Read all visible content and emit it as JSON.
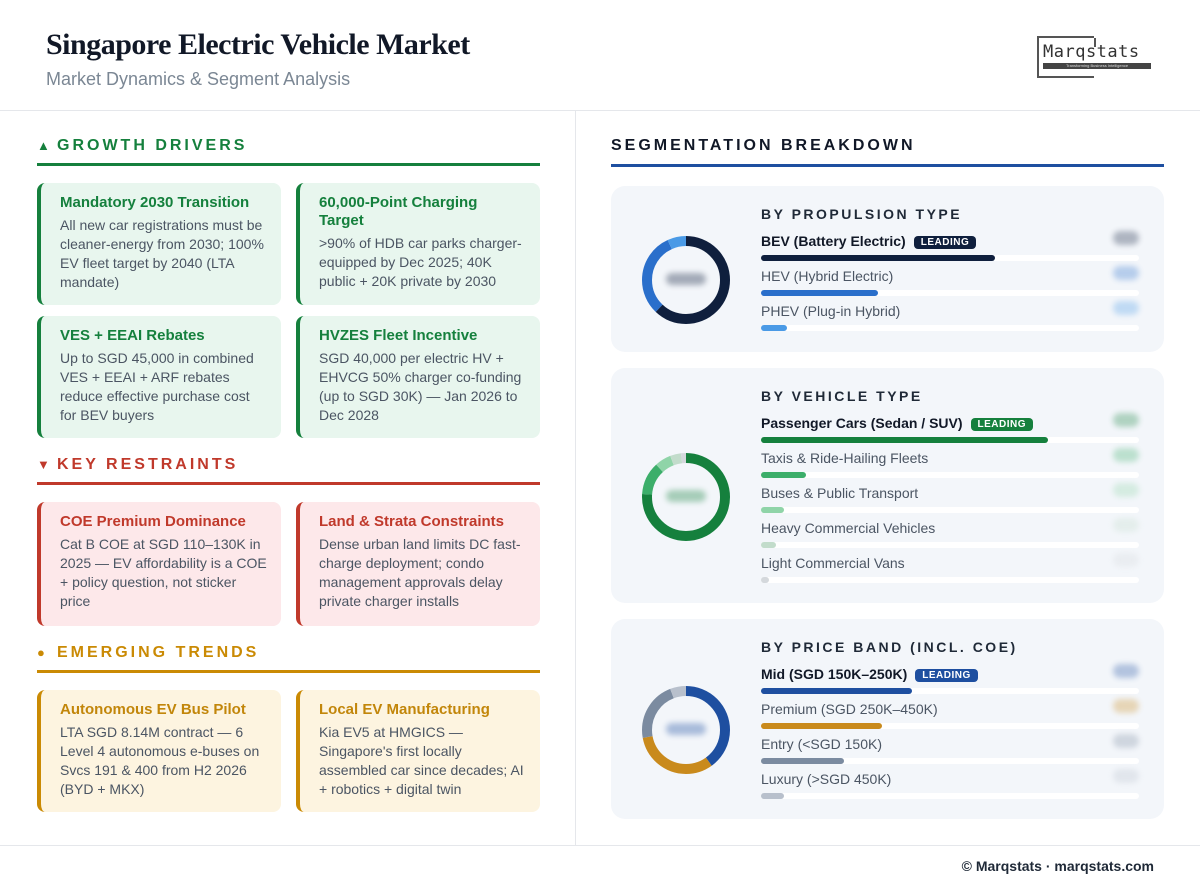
{
  "header": {
    "title": "Singapore Electric Vehicle Market",
    "subtitle": "Market Dynamics & Segment Analysis",
    "logo_text": "Marqstats",
    "logo_tagline": "Transforming Business Intelligence"
  },
  "drivers": {
    "heading": "GROWTH DRIVERS",
    "icon": "triangle-up-icon",
    "color": "#15803d",
    "cards": [
      {
        "title": "Mandatory 2030 Transition",
        "body": "All new car registrations must be cleaner-energy from 2030; 100% EV fleet target by 2040 (LTA mandate)"
      },
      {
        "title": "60,000-Point Charging Target",
        "body": ">90% of HDB car parks charger-equipped by Dec 2025; 40K public + 20K private by 2030"
      },
      {
        "title": "VES + EEAI Rebates",
        "body": "Up to SGD 45,000 in combined VES + EEAI + ARF rebates reduce effective purchase cost for BEV buyers"
      },
      {
        "title": "HVZES Fleet Incentive",
        "body": "SGD 40,000 per electric HV + EHVCG 50% charger co-funding (up to SGD 30K) — Jan 2026 to Dec 2028"
      }
    ]
  },
  "restraints": {
    "heading": "KEY RESTRAINTS",
    "icon": "triangle-down-icon",
    "color": "#c0392b",
    "cards": [
      {
        "title": "COE Premium Dominance",
        "body": "Cat B COE at SGD 110–130K in 2025 — EV affordability is a COE + policy question, not sticker price"
      },
      {
        "title": "Land & Strata Constraints",
        "body": "Dense urban land limits DC fast-charge deployment; condo management approvals delay private charger installs"
      }
    ]
  },
  "trends": {
    "heading": "EMERGING TRENDS",
    "icon": "circle-icon",
    "color": "#ca8a04",
    "cards": [
      {
        "title": "Autonomous EV Bus Pilot",
        "body": "LTA SGD 8.14M contract — 6 Level 4 autonomous e-buses on Svcs 191 & 400 from H2 2026 (BYD + MKX)"
      },
      {
        "title": "Local EV Manufacturing",
        "body": "Kia EV5 at HMGICS — Singapore's first locally assembled car since decades; AI + robotics + digital twin"
      }
    ]
  },
  "segmentation": {
    "heading": "SEGMENTATION BREAKDOWN",
    "badge": "LEADING",
    "panels": [
      {
        "title": "BY PROPULSION TYPE",
        "badge_color": "#0f1f3d",
        "items": [
          {
            "label": "BEV (Battery Electric)",
            "share": 62,
            "color": "#0f1f3d"
          },
          {
            "label": "HEV (Hybrid Electric)",
            "share": 31,
            "color": "#2a6fcb"
          },
          {
            "label": "PHEV (Plug-in Hybrid)",
            "share": 7,
            "color": "#4a9ae6"
          }
        ]
      },
      {
        "title": "BY VEHICLE TYPE",
        "badge_color": "#15803d",
        "items": [
          {
            "label": "Passenger Cars (Sedan / SUV)",
            "share": 76,
            "color": "#15803d"
          },
          {
            "label": "Taxis & Ride-Hailing Fleets",
            "share": 12,
            "color": "#3cae6a"
          },
          {
            "label": "Buses & Public Transport",
            "share": 6,
            "color": "#8fd4a8"
          },
          {
            "label": "Heavy Commercial Vehicles",
            "share": 4,
            "color": "#c2dccb"
          },
          {
            "label": "Light Commercial Vans",
            "share": 2,
            "color": "#d4d8dc"
          }
        ]
      },
      {
        "title": "BY PRICE BAND (INCL. COE)",
        "badge_color": "#1e4fa0",
        "items": [
          {
            "label": "Mid (SGD 150K–250K)",
            "share": 40,
            "color": "#1e4fa0"
          },
          {
            "label": "Premium (SGD 250K–450K)",
            "share": 32,
            "color": "#c98a1c"
          },
          {
            "label": "Entry (<SGD 150K)",
            "share": 22,
            "color": "#7b8ba0"
          },
          {
            "label": "Luxury (>SGD 450K)",
            "share": 6,
            "color": "#b8c0cc"
          }
        ]
      }
    ]
  },
  "footer": {
    "text": "© Marqstats · marqstats.com"
  }
}
